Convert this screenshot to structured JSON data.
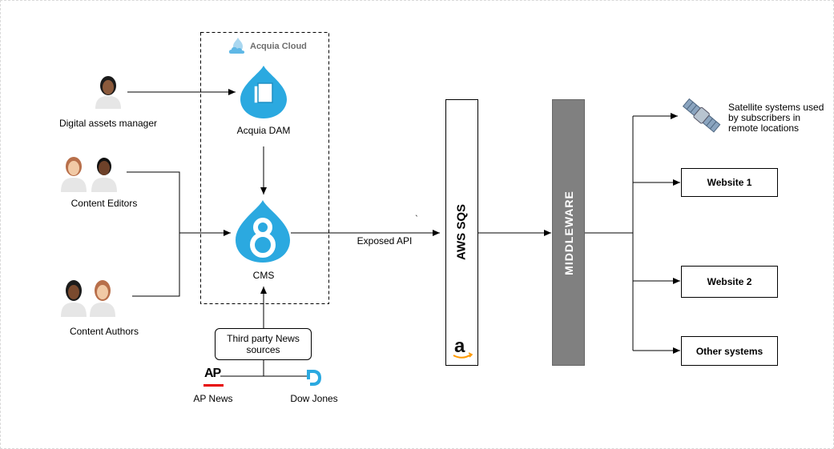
{
  "cloud": {
    "label": "Acquia Cloud"
  },
  "actors": {
    "dam_manager": "Digital assets manager",
    "editors": "Content Editors",
    "authors": "Content Authors"
  },
  "nodes": {
    "dam": "Acquia DAM",
    "cms": "CMS",
    "third_party": "Third party News sources",
    "ap_logo": "AP",
    "ap_news": "AP News",
    "dow_jones": "Dow Jones",
    "aws_sqs": "AWS SQS",
    "middleware": "MIDDLEWARE"
  },
  "edges": {
    "exposed_api": "Exposed API",
    "tick_mark": "`"
  },
  "targets": {
    "satellite": "Satellite systems used by subscribers in remote locations",
    "website1": "Website 1",
    "website2": "Website 2",
    "other": "Other systems"
  },
  "colors": {
    "drupal_blue": "#2ba9e0",
    "middleware_gray": "#808080",
    "amazon_orange": "#ff9900",
    "ap_red": "#e60000"
  },
  "icons": [
    "user-icon",
    "drupal-icon",
    "cloud-icon",
    "amazon-icon",
    "satellite-icon",
    "dow-jones-icon"
  ]
}
